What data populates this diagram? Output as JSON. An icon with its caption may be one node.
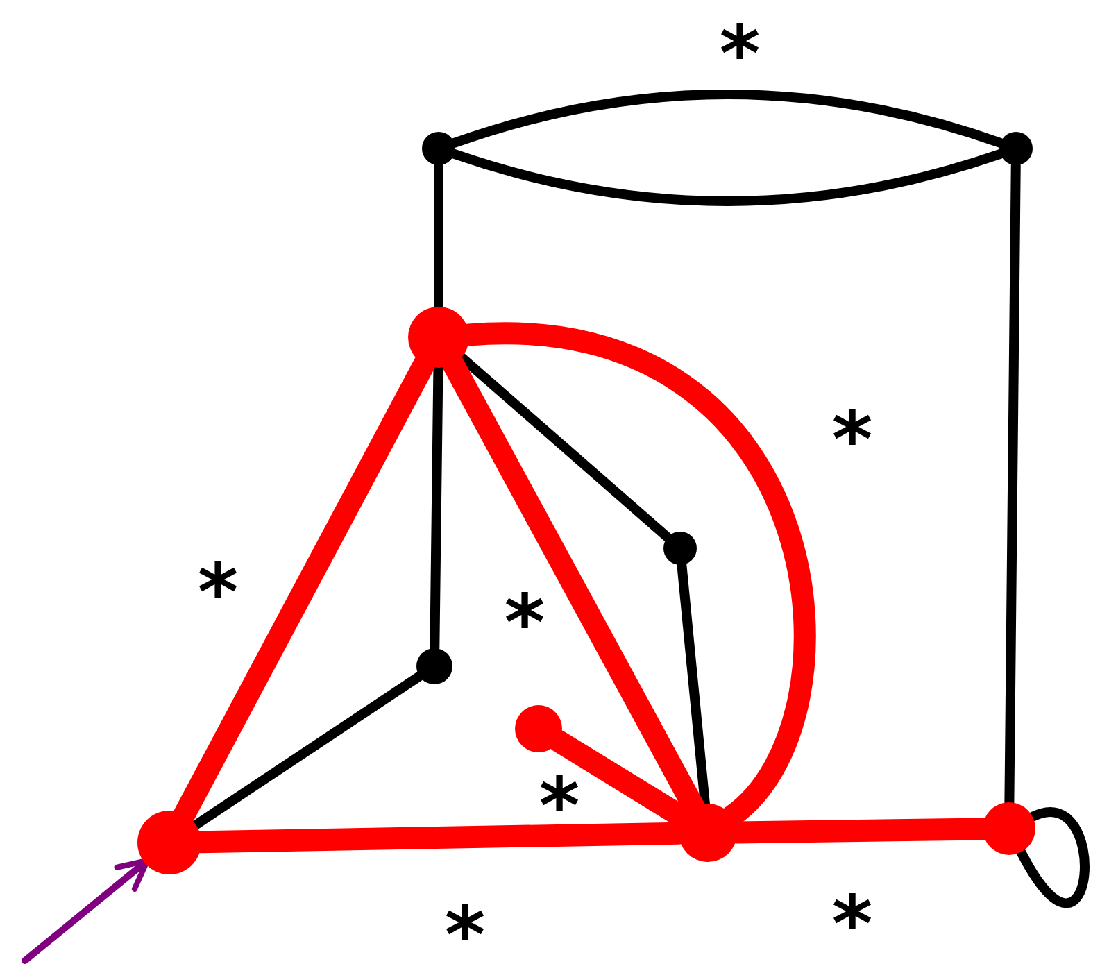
{
  "diagram": {
    "nodes": [
      {
        "text": [],
        "shape": "circle"
      },
      {
        "text": [],
        "shape": "circle"
      },
      {
        "text": [],
        "shape": "circle"
      },
      {
        "text": [],
        "shape": "circle"
      },
      {
        "text": [],
        "shape": "circle"
      },
      {
        "text": [],
        "shape": "circle"
      },
      {
        "text": [],
        "shape": "circle"
      },
      {
        "text": [],
        "shape": "circle"
      },
      {
        "text": [],
        "shape": "circle"
      }
    ],
    "edges": [
      {
        "from": 0,
        "to": 1,
        "arrow": "none"
      },
      {
        "from": 0,
        "to": 1,
        "arrow": "none"
      },
      {
        "from": 0,
        "to": 2,
        "arrow": "none"
      },
      {
        "from": 1,
        "to": 8,
        "arrow": "none"
      },
      {
        "from": 2,
        "to": 4,
        "arrow": "none"
      },
      {
        "from": 4,
        "to": 6,
        "arrow": "none"
      },
      {
        "from": 2,
        "to": 3,
        "arrow": "none"
      },
      {
        "from": 3,
        "to": 7,
        "arrow": "none"
      },
      {
        "from": 8,
        "to": 8,
        "arrow": "none"
      },
      {
        "from": 2,
        "to": 6,
        "arrow": "none",
        "style": "thick",
        "color": "#ff0000"
      },
      {
        "from": 2,
        "to": 7,
        "arrow": "none",
        "style": "thick",
        "color": "#ff0000"
      },
      {
        "from": 2,
        "to": 7,
        "arrow": "none",
        "style": "thick",
        "color": "#ff0000"
      },
      {
        "from": 6,
        "to": 7,
        "arrow": "none",
        "style": "thick",
        "color": "#ff0000"
      },
      {
        "from": 5,
        "to": 7,
        "arrow": "none",
        "style": "thick",
        "color": "#ff0000"
      },
      {
        "from": 7,
        "to": 8,
        "arrow": "none",
        "style": "thick",
        "color": "#ff0000"
      },
      {
        "from": null,
        "to": 6,
        "arrow": "to",
        "color": "#800080"
      }
    ],
    "labels": [
      "*",
      "*",
      "*",
      "*",
      "*",
      "*",
      "*"
    ]
  }
}
